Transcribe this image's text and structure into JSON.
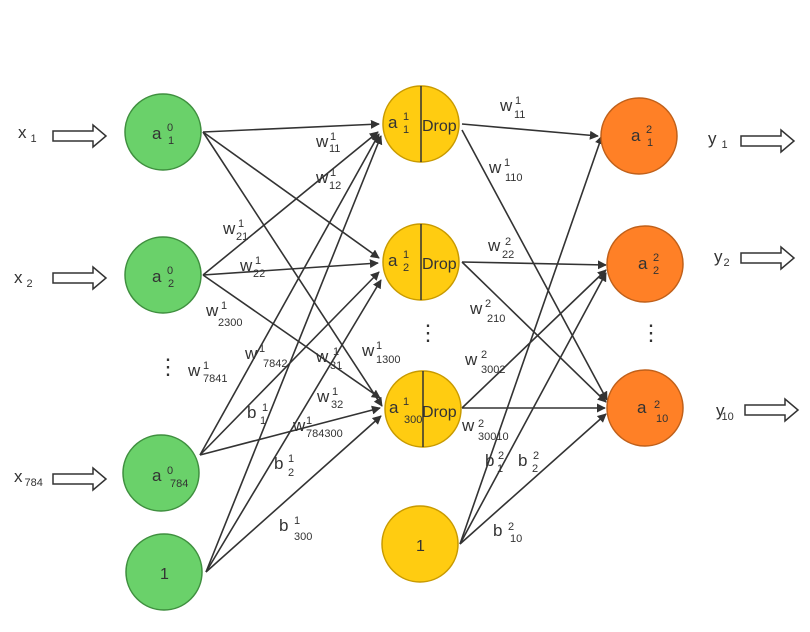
{
  "colors": {
    "input_fill": "#6ad16a",
    "input_stroke": "#3f8f3f",
    "hidden_fill": "#ffcc11",
    "hidden_stroke": "#c89a00",
    "output_fill": "#ff8026",
    "output_stroke": "#c0601a",
    "edge": "#333333",
    "text": "#333333"
  },
  "inputs": [
    {
      "main": "x",
      "sub": "1"
    },
    {
      "main": "x",
      "sub": "2"
    },
    {
      "main": "x",
      "sub": "784"
    }
  ],
  "input_nodes": [
    {
      "main": "a",
      "sup": "0",
      "sub": "1"
    },
    {
      "main": "a",
      "sup": "0",
      "sub": "2"
    },
    {
      "main": "a",
      "sup": "0",
      "sub": "784"
    }
  ],
  "input_bias": "1",
  "hidden_nodes": [
    {
      "main": "a",
      "sup": "1",
      "sub": "1",
      "drop": "Drop"
    },
    {
      "main": "a",
      "sup": "1",
      "sub": "2",
      "drop": "Drop"
    },
    {
      "main": "a",
      "sup": "1",
      "sub": "300",
      "drop": "Drop"
    }
  ],
  "hidden_bias": "1",
  "output_nodes": [
    {
      "main": "a",
      "sup": "2",
      "sub": "1"
    },
    {
      "main": "a",
      "sup": "2",
      "sub": "2"
    },
    {
      "main": "a",
      "sup": "2",
      "sub": "10"
    }
  ],
  "outputs": [
    {
      "main": "y",
      "sub": "1"
    },
    {
      "main": "y",
      "sub": "2"
    },
    {
      "main": "y",
      "sub": "10"
    }
  ],
  "weights_layer1": [
    {
      "main": "w",
      "sup": "1",
      "sub": "11"
    },
    {
      "main": "w",
      "sup": "1",
      "sub": "12"
    },
    {
      "main": "w",
      "sup": "1",
      "sub": "21"
    },
    {
      "main": "w",
      "sup": "1",
      "sub": "22"
    },
    {
      "main": "w",
      "sup": "1",
      "sub": "2300"
    },
    {
      "main": "w",
      "sup": "1",
      "sub": "7842"
    },
    {
      "main": "w",
      "sup": "1",
      "sub": "31"
    },
    {
      "main": "w",
      "sup": "1",
      "sub": "1300"
    },
    {
      "main": "w",
      "sup": "1",
      "sub": "7841"
    },
    {
      "main": "w",
      "sup": "1",
      "sub": "32"
    },
    {
      "main": "w",
      "sup": "1",
      "sub": "784300"
    }
  ],
  "bias_layer1": [
    {
      "main": "b",
      "sup": "1",
      "sub": "1"
    },
    {
      "main": "b",
      "sup": "1",
      "sub": "2"
    },
    {
      "main": "b",
      "sup": "1",
      "sub": "300"
    }
  ],
  "weights_layer2": [
    {
      "main": "w",
      "sup": "1",
      "sub": "11"
    },
    {
      "main": "w",
      "sup": "1",
      "sub": "110"
    },
    {
      "main": "w",
      "sup": "2",
      "sub": "22"
    },
    {
      "main": "w",
      "sup": "2",
      "sub": "210"
    },
    {
      "main": "w",
      "sup": "2",
      "sub": "3002"
    },
    {
      "main": "w",
      "sup": "2",
      "sub": "30010"
    }
  ],
  "bias_layer2": [
    {
      "main": "b",
      "sup": "2",
      "sub": "1"
    },
    {
      "main": "b",
      "sup": "2",
      "sub": "2"
    },
    {
      "main": "b",
      "sup": "2",
      "sub": "10"
    }
  ],
  "ellipsis": "⋮"
}
